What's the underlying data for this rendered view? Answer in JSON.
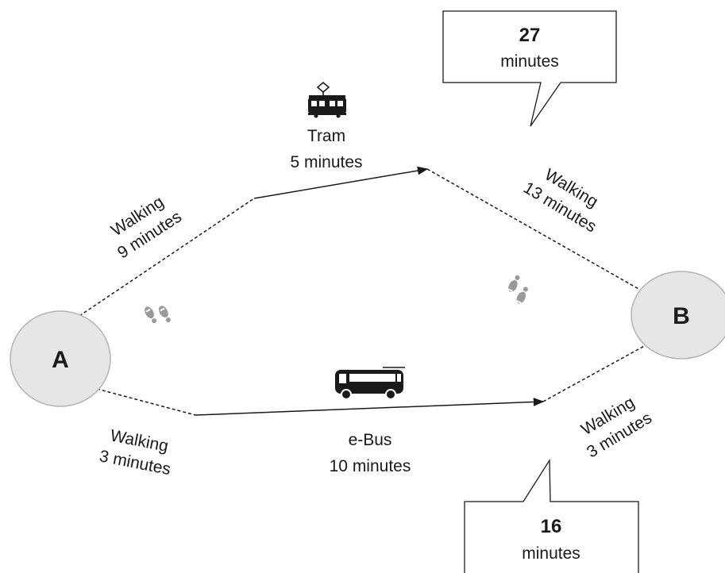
{
  "nodes": {
    "a": "A",
    "b": "B"
  },
  "segments": {
    "walk_a_top": {
      "line1": "Walking",
      "line2": "9 minutes"
    },
    "tram": {
      "line1": "Tram",
      "line2": "5 minutes"
    },
    "walk_b_top": {
      "line1": "Walking",
      "line2": "13 minutes"
    },
    "walk_a_bottom": {
      "line1": "Walking",
      "line2": "3 minutes"
    },
    "ebus": {
      "line1": "e-Bus",
      "line2": "10 minutes"
    },
    "walk_b_bottom": {
      "line1": "Walking",
      "line2": "3 minutes"
    }
  },
  "callouts": {
    "top": {
      "value": "27",
      "unit": "minutes"
    },
    "bottom": {
      "value": "16",
      "unit": "minutes"
    }
  },
  "icons": [
    "tram-icon",
    "bus-icon",
    "footprints-icon"
  ],
  "colors": {
    "node_fill": "#e6e6e6",
    "node_stroke": "#b3b3b3",
    "line": "#1a1a1a",
    "icon": "#1a1a1a",
    "footprint": "#9a9a9a"
  }
}
